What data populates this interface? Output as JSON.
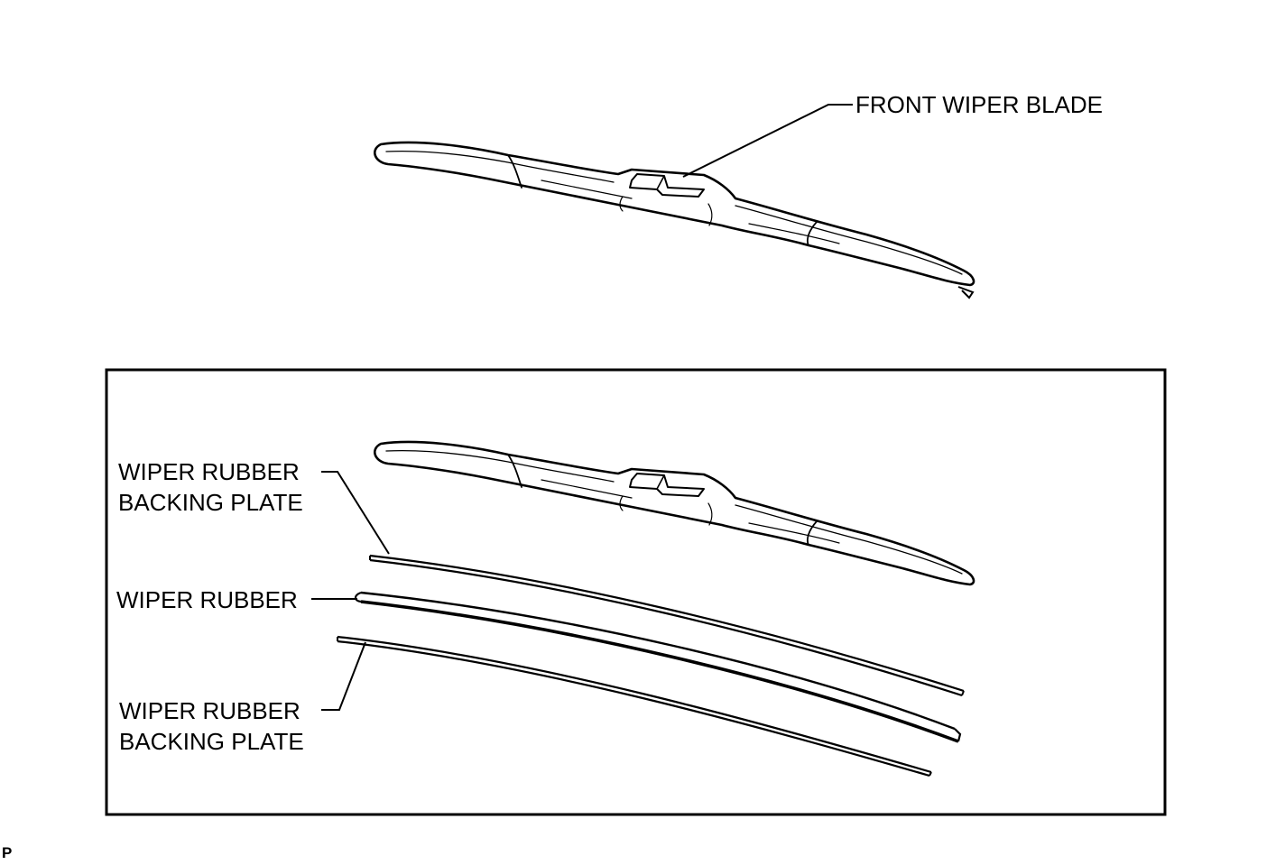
{
  "labels": {
    "front_wiper_blade": "FRONT WIPER BLADE",
    "backing_plate_upper": [
      "WIPER RUBBER",
      "BACKING PLATE"
    ],
    "wiper_rubber": "WIPER RUBBER",
    "backing_plate_lower": [
      "WIPER RUBBER",
      "BACKING PLATE"
    ]
  },
  "corner_mark": "P",
  "colors": {
    "line": "#000000",
    "background": "#ffffff"
  }
}
